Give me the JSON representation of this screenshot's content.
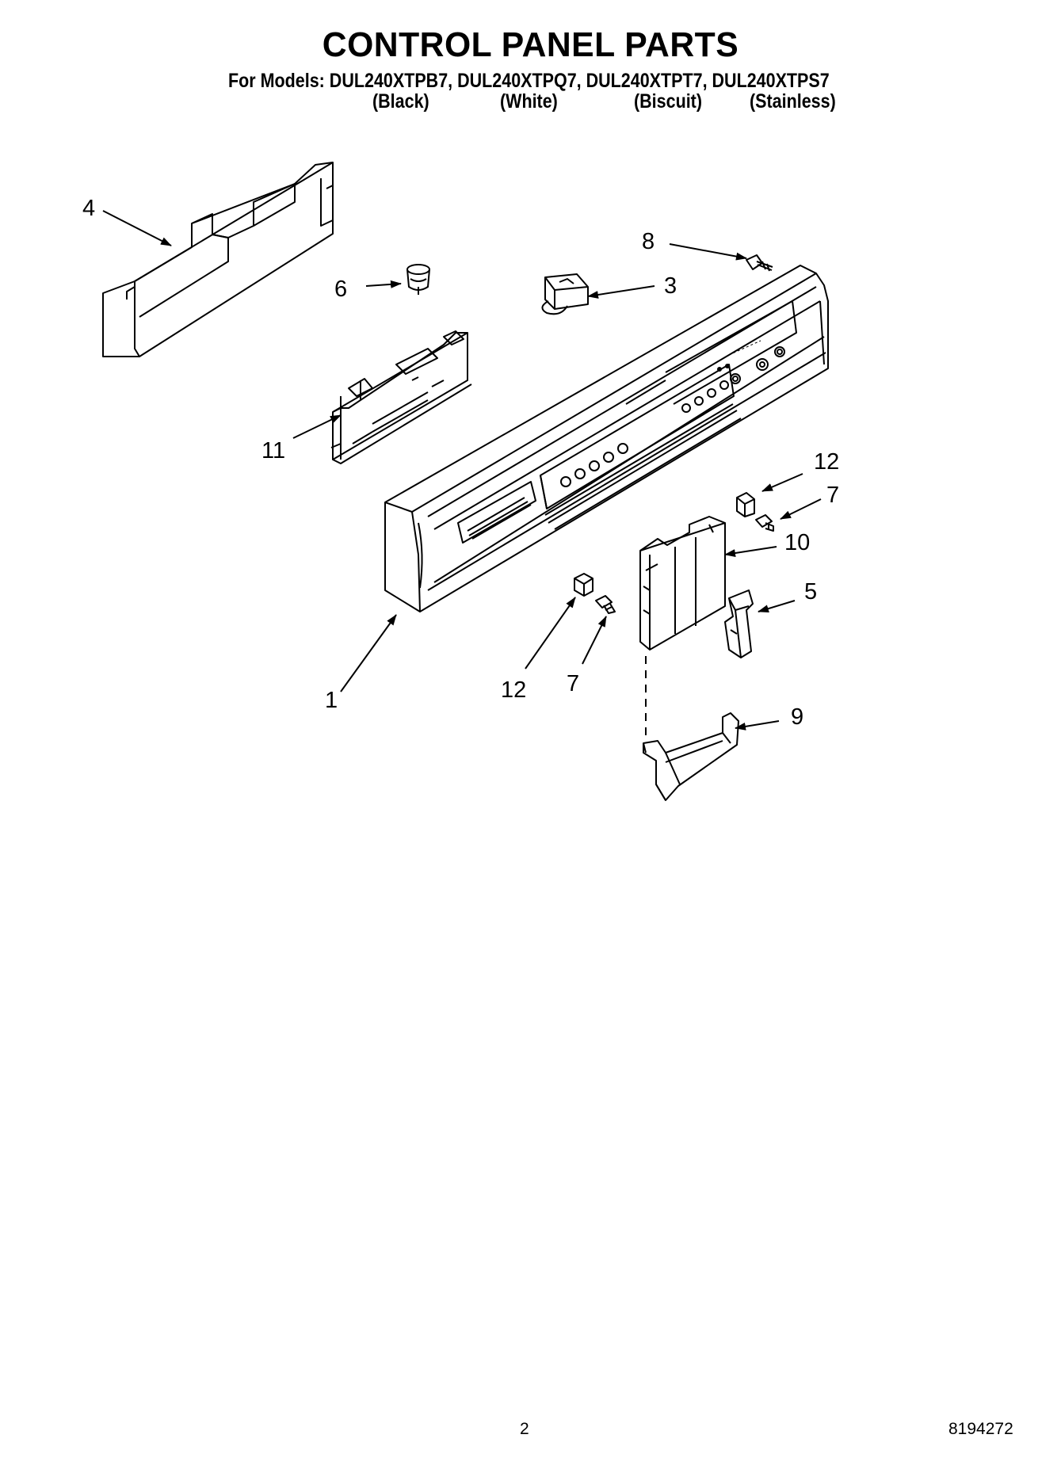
{
  "header": {
    "title": "CONTROL PANEL PARTS",
    "models_line": "For Models: DUL240XTPB7, DUL240XTPQ7, DUL240XTPT7, DUL240XTPS7",
    "colors": [
      "(Black)",
      "(White)",
      "(Biscuit)",
      "(Stainless)"
    ]
  },
  "callouts": {
    "c1": "1",
    "c3": "3",
    "c4": "4",
    "c5": "5",
    "c6": "6",
    "c7a": "7",
    "c7b": "7",
    "c8": "8",
    "c9": "9",
    "c10": "10",
    "c11": "11",
    "c12a": "12",
    "c12b": "12"
  },
  "footer": {
    "page_number": "2",
    "document_number": "8194272"
  }
}
